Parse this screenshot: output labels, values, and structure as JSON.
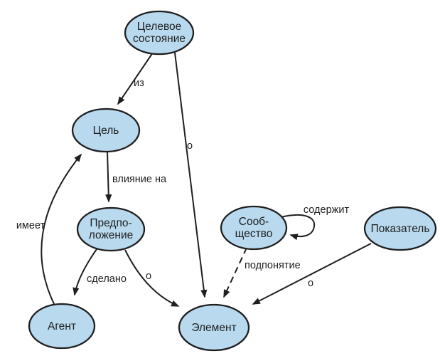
{
  "diagram": {
    "description": "Concept map of goal/agent/element ontology (Russian labels)",
    "colors": {
      "background": "#ffffff",
      "node_fill": "#b8d9ee",
      "node_stroke": "#1f1f1f",
      "edge_stroke": "#1f1f1f",
      "label_text": "#1f1f1f"
    },
    "nodes": {
      "target_state": {
        "line1": "Целевое",
        "line2": "состояние"
      },
      "goal": {
        "label": "Цель"
      },
      "assumption": {
        "line1": "Предпо-",
        "line2": "ложение"
      },
      "agent": {
        "label": "Агент"
      },
      "element": {
        "label": "Элемент"
      },
      "community": {
        "line1": "Сооб-",
        "line2": "щество"
      },
      "indicator": {
        "label": "Показатель"
      }
    },
    "edges": {
      "target_to_goal": {
        "label": "из",
        "from": "target_state",
        "to": "goal",
        "style": "solid"
      },
      "target_to_element": {
        "label": "о",
        "from": "target_state",
        "to": "element",
        "style": "solid"
      },
      "goal_to_assumption": {
        "label": "влияние на",
        "from": "goal",
        "to": "assumption",
        "style": "solid"
      },
      "agent_to_goal": {
        "label": "имеет",
        "from": "agent",
        "to": "goal",
        "style": "solid"
      },
      "assumption_to_agent": {
        "label": "сделано",
        "from": "assumption",
        "to": "agent",
        "style": "solid"
      },
      "assumption_to_element": {
        "label": "о",
        "from": "assumption",
        "to": "element",
        "style": "solid"
      },
      "community_self_loop": {
        "label": "содержит",
        "from": "community",
        "to": "community",
        "style": "solid"
      },
      "community_to_element": {
        "label": "подпонятие",
        "from": "community",
        "to": "element",
        "style": "dashed"
      },
      "indicator_to_element": {
        "label": "о",
        "from": "indicator",
        "to": "element",
        "style": "solid"
      }
    }
  }
}
